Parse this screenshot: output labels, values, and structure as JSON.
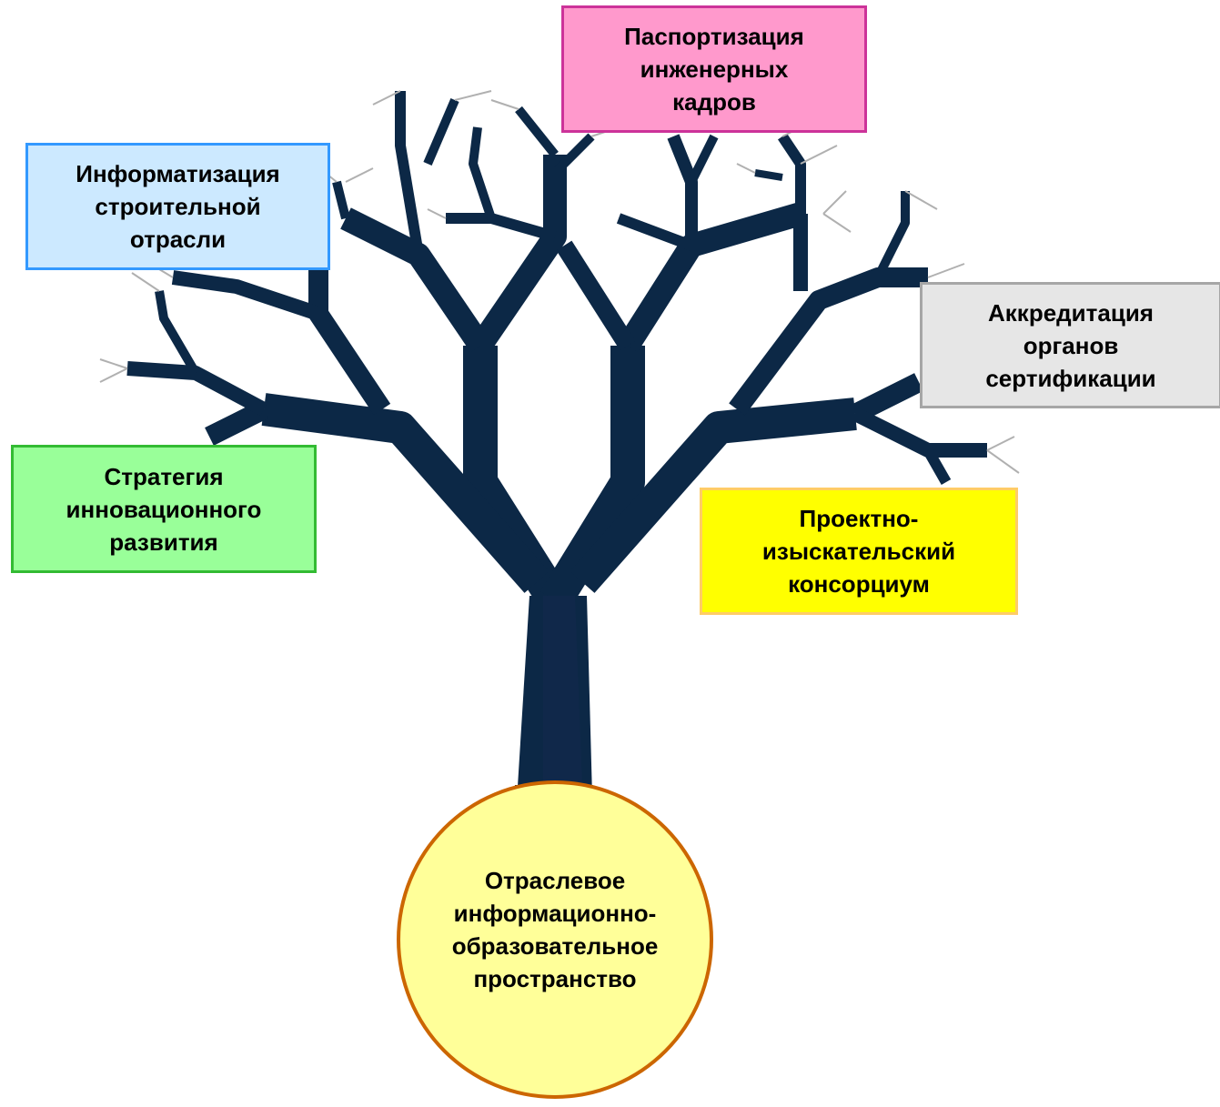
{
  "diagram": {
    "root": {
      "label": "Отраслевое\nинформационно-\nобразовательное\nпространство",
      "fill": "#ffff99",
      "border": "#cc6600"
    },
    "tree_color": "#0c2846",
    "branches": [
      {
        "id": "pasport",
        "label": "Паспортизация\nинженерных\nкадров",
        "fill": "#ff99cc",
        "border": "#cc3399"
      },
      {
        "id": "inform",
        "label": "Информатизация\nстроительной\nотрасли",
        "fill": "#cce9ff",
        "border": "#3399ff"
      },
      {
        "id": "akkr",
        "label": "Аккредитация\nорганов\nсертификации",
        "fill": "#e6e6e6",
        "border": "#a6a6a6"
      },
      {
        "id": "strat",
        "label": "Стратегия\nинновационного\nразвития",
        "fill": "#99ff99",
        "border": "#33bb33"
      },
      {
        "id": "proekt",
        "label": "Проектно-\nизыскательский\nконсорциум",
        "fill": "#ffff00",
        "border": "#ffcc66"
      }
    ]
  }
}
